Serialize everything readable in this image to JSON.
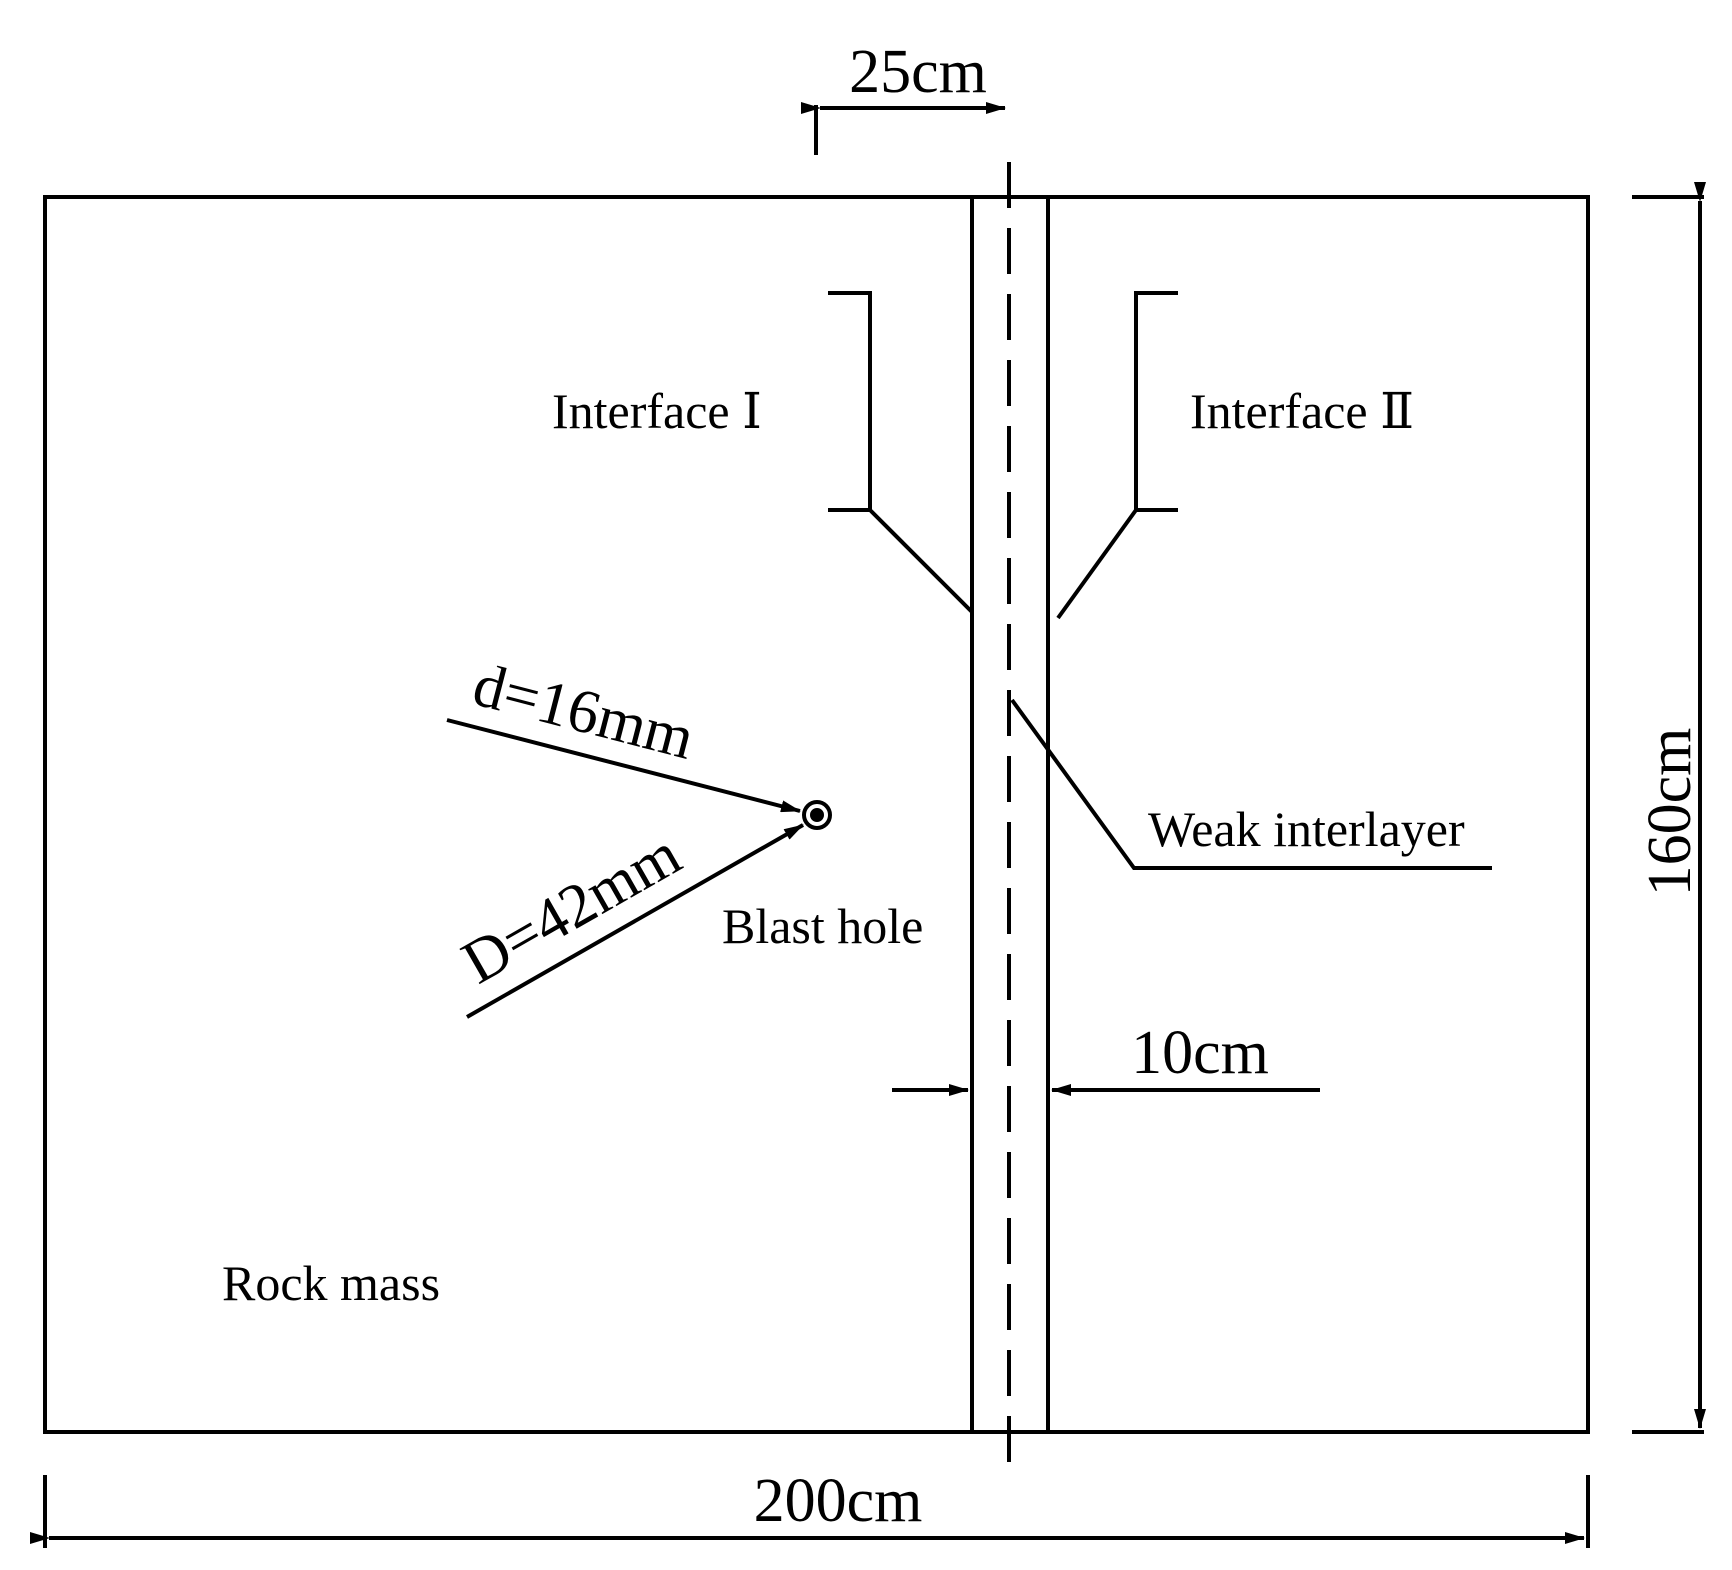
{
  "labels": {
    "interface_1": "Interface Ⅰ",
    "interface_2": "Interface Ⅱ",
    "weak_interlayer": "Weak interlayer",
    "blast_hole": "Blast hole",
    "rock_mass": "Rock mass",
    "hole_diameter_d": "d=16mm",
    "hole_diameter_D": "D=42mm"
  },
  "dimensions": {
    "offset": "25cm",
    "interlayer_width": "10cm",
    "width": "200cm",
    "height": "160cm"
  },
  "colors": {
    "line": "#000000",
    "background": "#ffffff"
  }
}
